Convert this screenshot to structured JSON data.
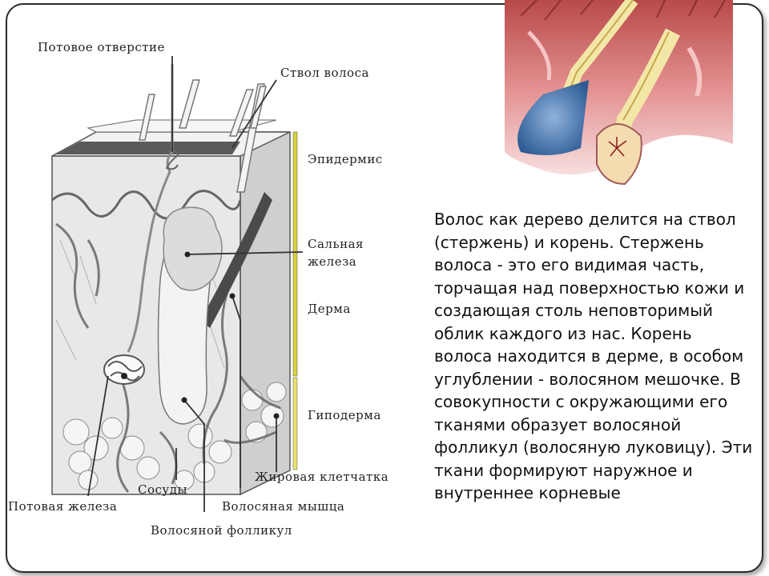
{
  "labels": {
    "sweat_pore": "Потовое отверстие",
    "hair_shaft": "Ствол волоса",
    "epidermis": "Эпидермис",
    "sebaceous_gland_1": "Сальная",
    "sebaceous_gland_2": "железа",
    "dermis": "Дерма",
    "hypodermis": "Гиподерма",
    "fat_tissue": "Жировая клетчатка",
    "vessels": "Сосуды",
    "sweat_gland": "Потовая железа",
    "hair_muscle": "Волосяная мышца",
    "hair_follicle": "Волосяной фолликул"
  },
  "description": "Волос как дерево делится на ствол (стержень) и корень. Стержень волоса - это его видимая часть, торчащая над поверхностью кожи и создающая столь неповторимый облик каждого из нас. Корень волоса находится в дерме, в особом углублении - волосяном мешочке. В совокупности с окружающими его тканями образует волосяной фолликул (волосяную луковицу). Эти ткани формируют наружное и внутреннее корневые",
  "colors": {
    "frame_border": "#2a2a2a",
    "scale_bar": "#d8d23a",
    "illustration_skin": "#e89a9a",
    "illustration_hair": "#f2e6a6",
    "bulb_blue": "#3f6fa8"
  }
}
